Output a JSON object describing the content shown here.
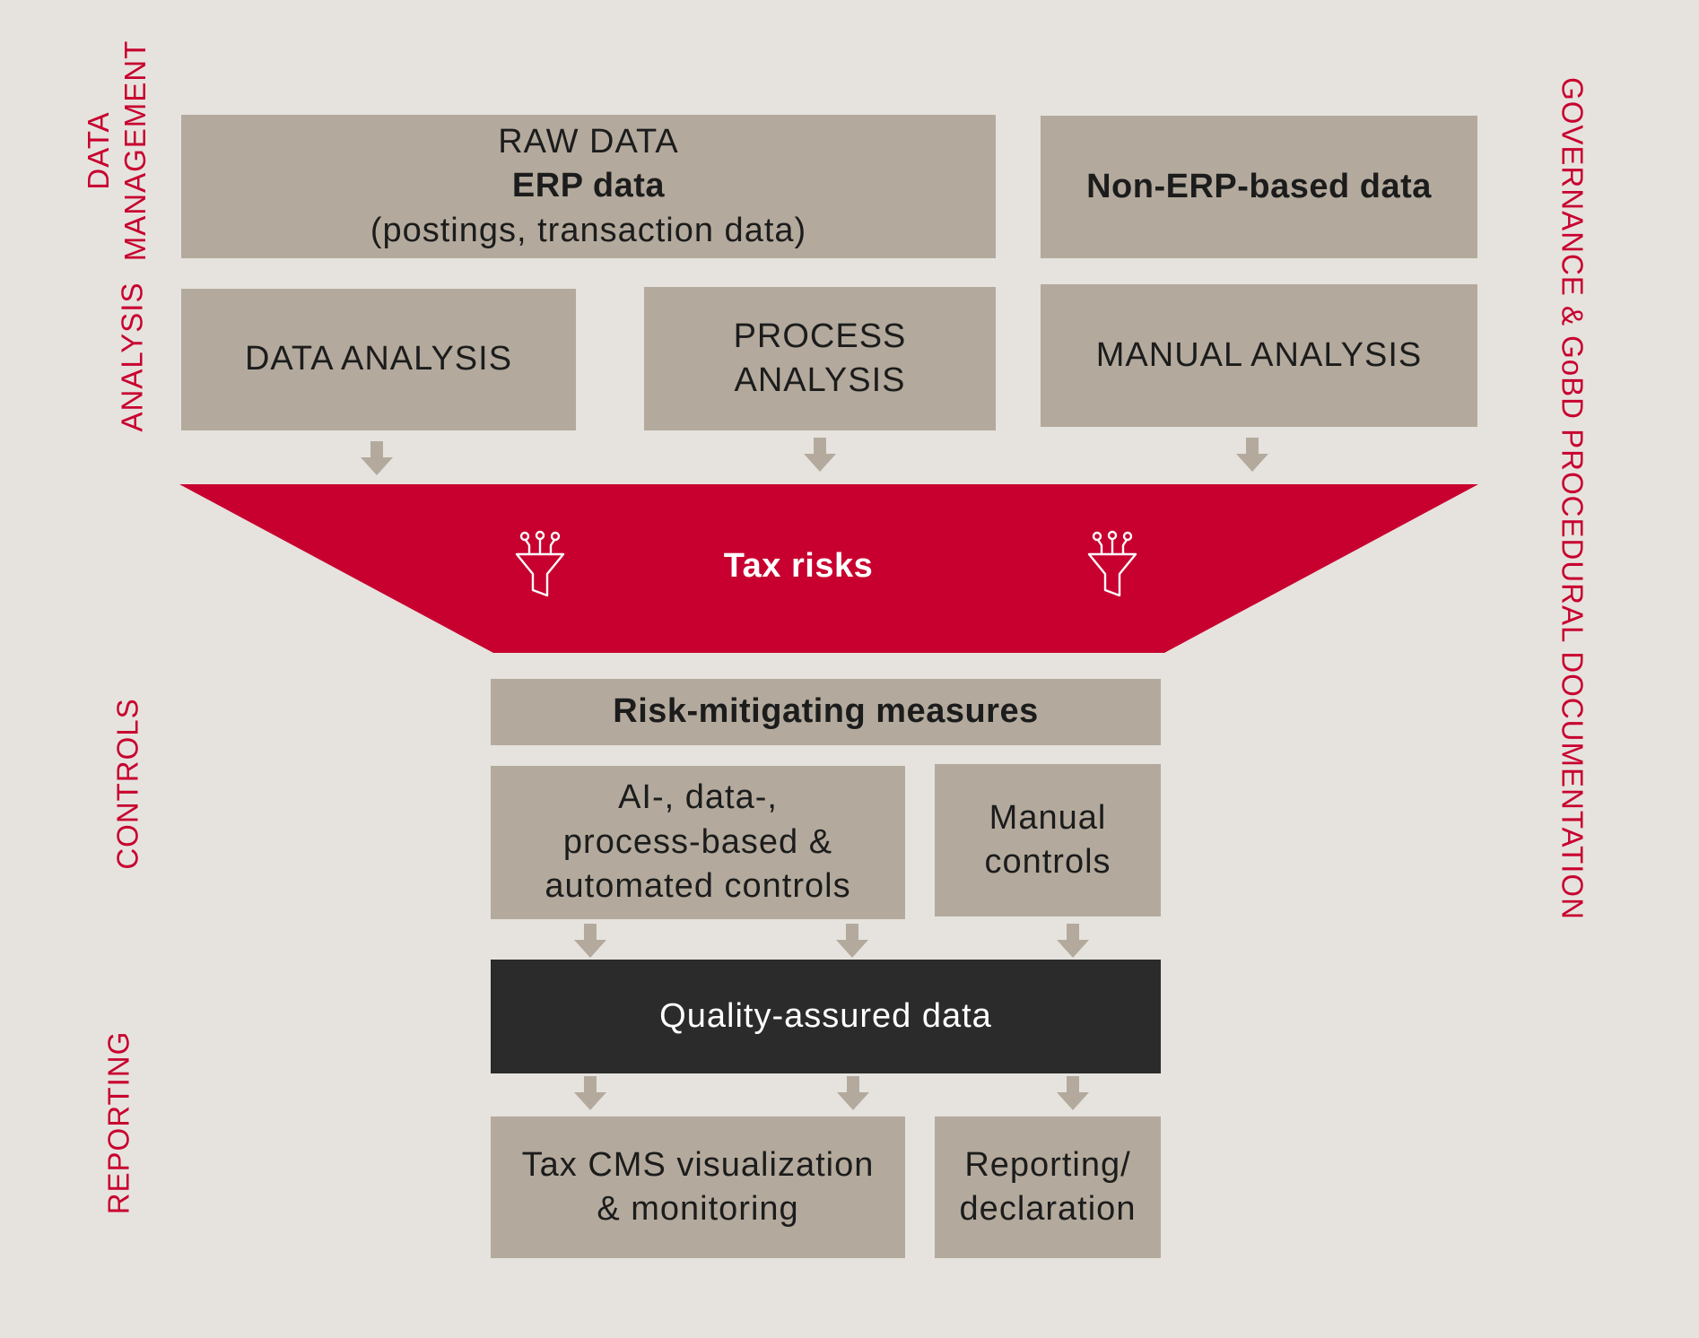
{
  "left_labels": {
    "data_management": [
      "DATA",
      "MANAGEMENT"
    ],
    "analysis": "ANALYSIS",
    "controls": "CONTROLS",
    "reporting": "REPORTING"
  },
  "right_label": "GOVERNANCE & GoBD PROCEDURAL DOCUMENTATION",
  "data_row": {
    "raw_heading": "RAW DATA",
    "erp_title": "ERP data",
    "erp_detail": "(postings, transaction data)",
    "non_erp": "Non-ERP-based data"
  },
  "analysis_row": {
    "data_analysis": "DATA ANALYSIS",
    "process_analysis": [
      "PROCESS",
      "ANALYSIS"
    ],
    "manual_analysis": "MANUAL ANALYSIS"
  },
  "funnel": {
    "label": "Tax risks",
    "icon": "funnel-icon"
  },
  "controls": {
    "heading": "Risk-mitigating measures",
    "automated": [
      "AI-, data-,",
      "process-based &",
      "automated controls"
    ],
    "manual": [
      "Manual",
      "controls"
    ]
  },
  "quality": "Quality-assured data",
  "reporting": {
    "visualization": [
      "Tax CMS visualization",
      "& monitoring"
    ],
    "declaration": [
      "Reporting/",
      "declaration"
    ]
  },
  "colors": {
    "background": "#e6e3de",
    "box": "#b3aa9d",
    "accent_red": "#c8002f",
    "dark": "#2b2b2b",
    "arrow": "#b3aa9d"
  }
}
